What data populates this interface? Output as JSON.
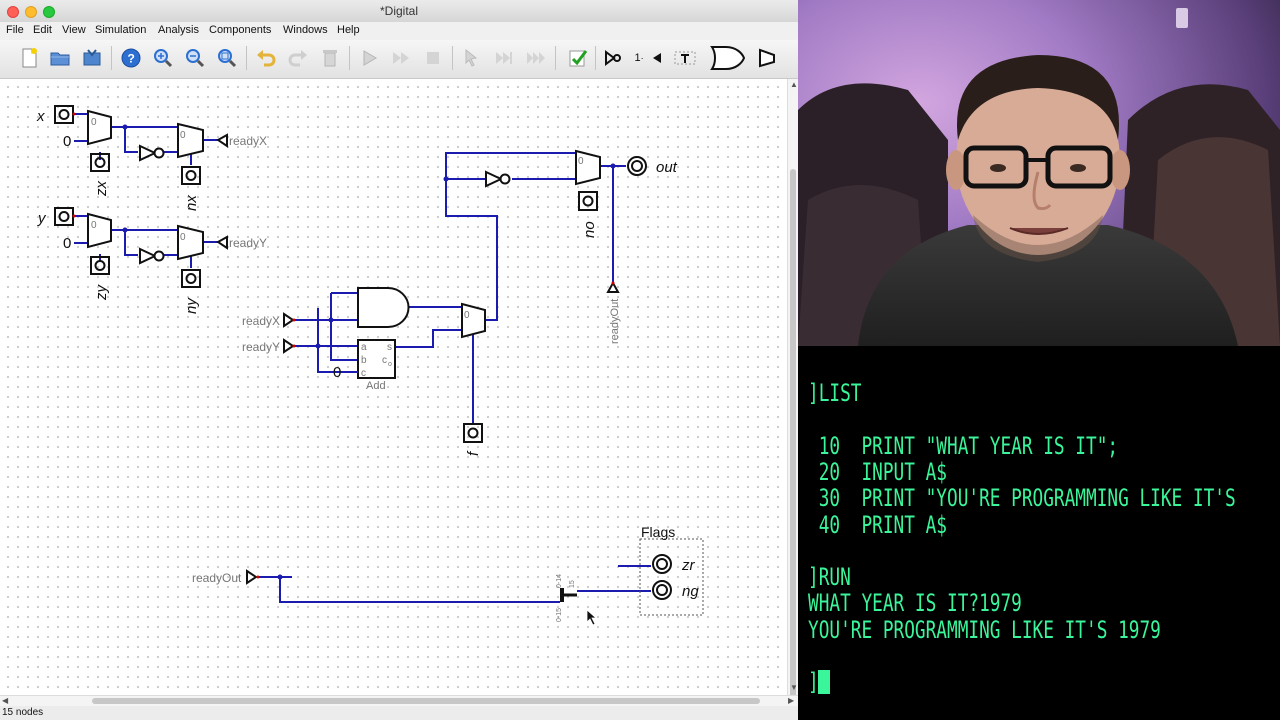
{
  "window": {
    "title": "*Digital"
  },
  "menubar": {
    "items": [
      "File",
      "Edit",
      "View",
      "Simulation",
      "Analysis",
      "Components",
      "Windows",
      "Help"
    ]
  },
  "toolbar": {
    "buttons": [
      "new-icon",
      "open-icon",
      "save-icon",
      "help-icon",
      "zoom-in-icon",
      "zoom-out-icon",
      "zoom-fit-icon",
      "undo-icon",
      "redo-icon",
      "delete-icon",
      "start-simulation-icon",
      "step-icon",
      "step-clock-icon",
      "stop-icon",
      "analysis-icon",
      "speed-icon",
      "run-to-break-icon",
      "test-icon",
      "not-gate-icon",
      "constant-icon",
      "tunnel-icon",
      "probe-icon",
      "or-gate-icon",
      "driver-icon"
    ],
    "constant_label": "1",
    "accent": "#2d6fd1"
  },
  "circuit": {
    "input_x": "x",
    "input_y": "y",
    "const_zero": "0",
    "mux_sel": "0",
    "zx": "zx",
    "nx": "nx",
    "zy": "zy",
    "ny": "ny",
    "ready_x": "readyX",
    "ready_y": "readyY",
    "ready_out": "readyOut",
    "out": "out",
    "no": "no",
    "f": "f",
    "adder": {
      "label": "Add",
      "a": "a",
      "b": "b",
      "c_in": "c",
      "c_in_sub": "i",
      "s": "s",
      "c_out": "c",
      "c_out_sub": "o"
    },
    "splitter": {
      "top_left": "0-14",
      "top_right": "15",
      "bottom": "0-15"
    },
    "flags": {
      "title": "Flags",
      "zr": "zr",
      "ng": "ng"
    },
    "wire_color": "#1b1bb0",
    "signal_color": "#d40000"
  },
  "status": {
    "text": "15 nodes"
  },
  "terminal": {
    "lines": [
      "]LIST",
      "",
      " 10  PRINT \"WHAT YEAR IS IT\";",
      " 20  INPUT A$",
      " 30  PRINT \"YOU'RE PROGRAMMING LIKE IT'S ",
      " 40  PRINT A$",
      "",
      "]RUN",
      "WHAT YEAR IS IT?1979",
      "YOU'RE PROGRAMMING LIKE IT'S 1979",
      "",
      "]"
    ],
    "text_color": "#3bf59a"
  }
}
